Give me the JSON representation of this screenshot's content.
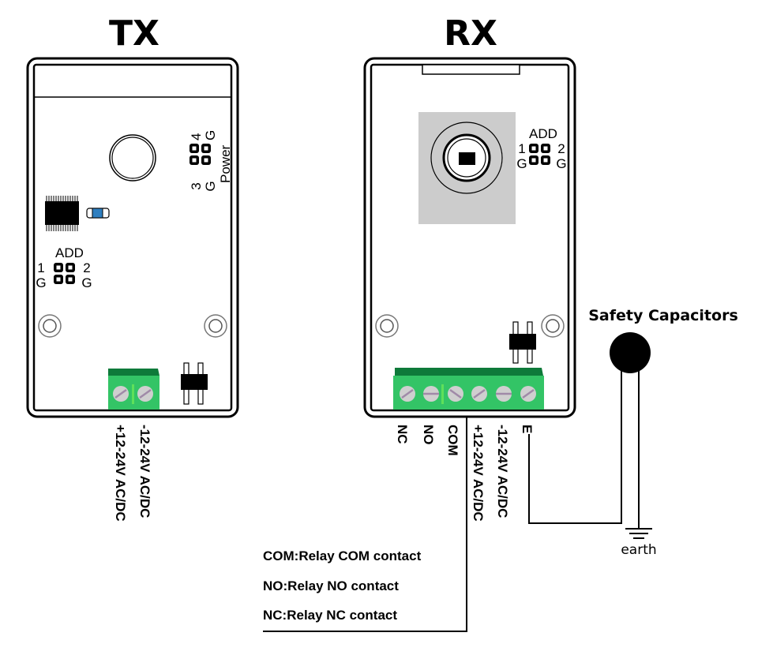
{
  "tx": {
    "title": "TX",
    "power_jumper": {
      "label": "Power",
      "top_left": "4",
      "top_right": "G",
      "bottom_left": "3",
      "bottom_right": "G"
    },
    "add_jumper": {
      "label": "ADD",
      "left_top": "1",
      "left_bottom": "G",
      "right_top": "2",
      "right_bottom": "G"
    },
    "terminals": [
      "+12-24V AC/DC",
      "-12-24V AC/DC"
    ]
  },
  "rx": {
    "title": "RX",
    "add_jumper": {
      "label": "ADD",
      "left_top": "1",
      "left_bottom": "G",
      "right_top": "2",
      "right_bottom": "G"
    },
    "terminals": [
      "NC",
      "NO",
      "COM",
      "+12-24V AC/DC",
      "-12-24V AC/DC",
      "E"
    ]
  },
  "safety_capacitor": {
    "label": "Safety Capacitors"
  },
  "ground": {
    "label": "earth"
  },
  "legend": [
    "COM:Relay COM contact",
    "NO:Relay NO contact",
    "NC:Relay NC contact"
  ],
  "colors": {
    "terminal_green": "#33c466",
    "terminal_dark_green": "#0e7a3a",
    "terminal_body": "#2e9e58",
    "screw": "#cfcfcf",
    "sensor_bg": "#cccccc",
    "led_blue": "#2f7fc0"
  }
}
